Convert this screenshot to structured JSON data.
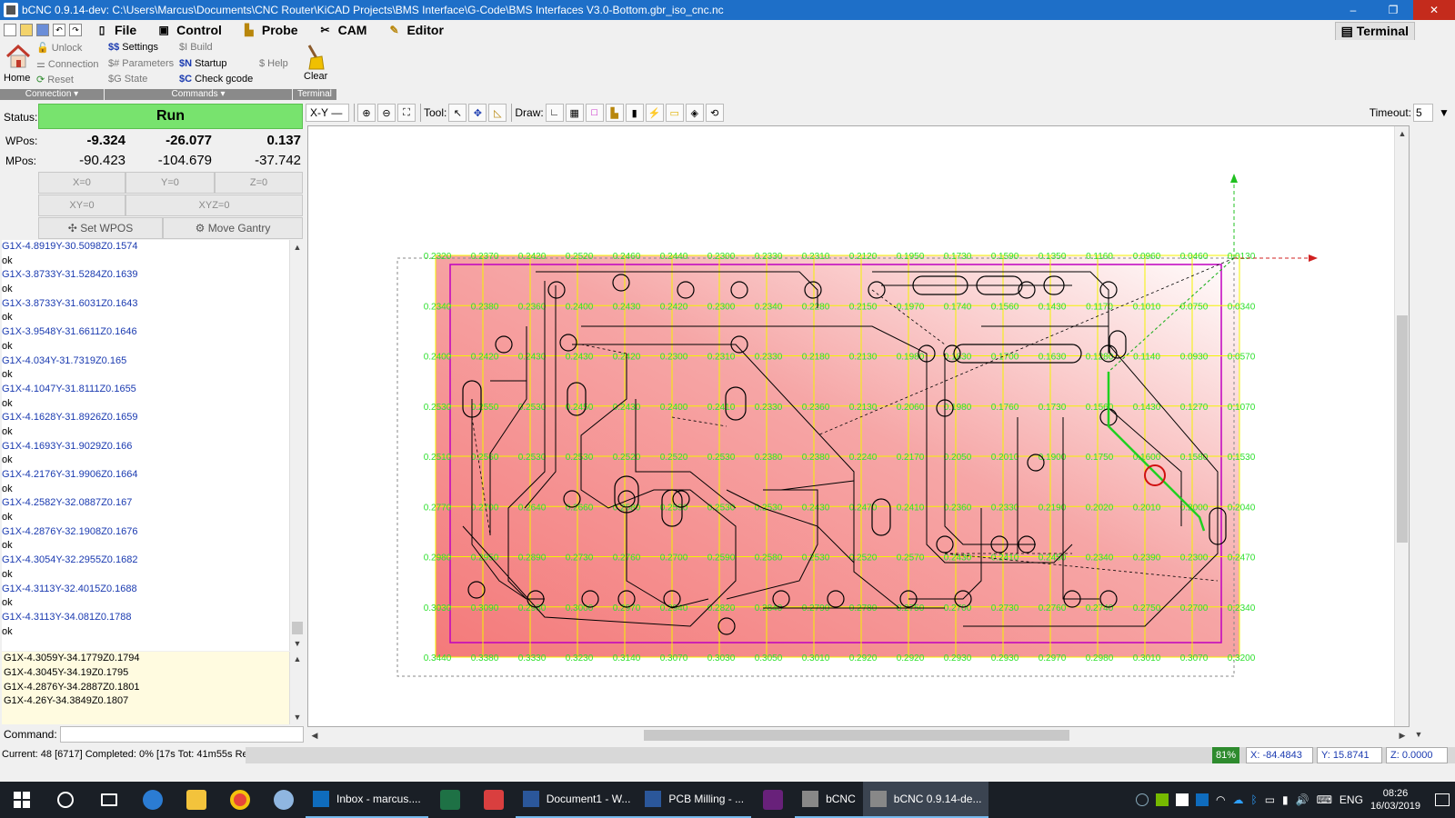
{
  "window": {
    "title": "bCNC 0.9.14-dev: C:\\Users\\Marcus\\Documents\\CNC Router\\KiCAD Projects\\BMS Interface\\G-Code\\BMS Interfaces V3.0-Bottom.gbr_iso_cnc.nc",
    "minimize": "–",
    "maximize": "❐",
    "close": "✕"
  },
  "menu": {
    "items": [
      {
        "label": "File",
        "icon": "file-icon"
      },
      {
        "label": "Control",
        "icon": "control-icon"
      },
      {
        "label": "Probe",
        "icon": "probe-icon"
      },
      {
        "label": "CAM",
        "icon": "cam-icon"
      },
      {
        "label": "Editor",
        "icon": "editor-icon"
      }
    ],
    "terminal_tab": "Terminal"
  },
  "ribbon": {
    "connection": {
      "home": "Home",
      "unlock": "Unlock",
      "connection": "Connection",
      "reset": "Reset",
      "group_label": "Connection ▾"
    },
    "commands": {
      "settings": "Settings",
      "parameters": "Parameters",
      "state": "State",
      "build": "Build",
      "startup": "Startup",
      "check_gcode": "Check gcode",
      "help": "Help",
      "group_label": "Commands ▾"
    },
    "terminal": {
      "clear": "Clear",
      "group_label": "Terminal"
    }
  },
  "dro": {
    "status_label": "Status:",
    "status": "Run",
    "wpos_label": "WPos:",
    "mpos_label": "MPos:",
    "wpos": [
      "-9.324",
      "-26.077",
      "0.137"
    ],
    "mpos": [
      "-90.423",
      "-104.679",
      "-37.742"
    ],
    "zero_buttons": [
      "X=0",
      "Y=0",
      "Z=0"
    ],
    "xy0": "XY=0",
    "xyz0": "XYZ=0",
    "set_wpos": "Set WPOS",
    "move_gantry": "Move Gantry"
  },
  "log": [
    "G1X-4.8919Y-30.5098Z0.1574",
    "ok",
    "G1X-3.8733Y-31.5284Z0.1639",
    "ok",
    "G1X-3.8733Y-31.6031Z0.1643",
    "ok",
    "G1X-3.9548Y-31.6611Z0.1646",
    "ok",
    "G1X-4.034Y-31.7319Z0.165",
    "ok",
    "G1X-4.1047Y-31.8111Z0.1655",
    "ok",
    "G1X-4.1628Y-31.8926Z0.1659",
    "ok",
    "G1X-4.1693Y-31.9029Z0.166",
    "ok",
    "G1X-4.2176Y-31.9906Z0.1664",
    "ok",
    "G1X-4.2582Y-32.0887Z0.167",
    "ok",
    "G1X-4.2876Y-32.1908Z0.1676",
    "ok",
    "G1X-4.3054Y-32.2955Z0.1682",
    "ok",
    "G1X-4.3113Y-32.4015Z0.1688",
    "ok",
    "G1X-4.3113Y-34.081Z0.1788",
    "ok"
  ],
  "queue": [
    "G1X-4.3059Y-34.1779Z0.1794",
    "G1X-4.3045Y-34.19Z0.1795",
    "G1X-4.2876Y-34.2887Z0.1801",
    "G1X-4.26Y-34.3849Z0.1807"
  ],
  "command_label": "Command:",
  "toolbar": {
    "view": "X-Y",
    "tool_label": "Tool:",
    "draw_label": "Draw:",
    "timeout_label": "Timeout:",
    "timeout_value": "5"
  },
  "status_bar": {
    "progress_text": "Current: 48 [6717]  Completed: 0% [17s Tot: 41m55s Rem: 41m37s]",
    "completed_fraction": 0.0,
    "buffer": "81%",
    "x": "X: -84.4843",
    "y": "Y: 15.8741",
    "z": "Z: 0.0000"
  },
  "probe_grid": {
    "rows": [
      [
        "0.2320",
        "0.2370",
        "0.2420",
        "0.2520",
        "0.2460",
        "0.2440",
        "0.2300",
        "0.2330",
        "0.2310",
        "0.2120",
        "0.1950",
        "0.1730",
        "0.1590",
        "0.1350",
        "0.1160",
        "0.0960",
        "0.0460",
        "0.0130"
      ],
      [
        "0.2340",
        "0.2380",
        "0.2360",
        "0.2400",
        "0.2430",
        "0.2420",
        "0.2300",
        "0.2340",
        "0.2280",
        "0.2150",
        "0.1970",
        "0.1740",
        "0.1560",
        "0.1430",
        "0.1170",
        "0.1010",
        "0.0750",
        "0.0340"
      ],
      [
        "0.2400",
        "0.2420",
        "0.2430",
        "0.2430",
        "0.2420",
        "0.2300",
        "0.2310",
        "0.2330",
        "0.2180",
        "0.2130",
        "0.1980",
        "0.1830",
        "0.1700",
        "0.1630",
        "0.1280",
        "0.1140",
        "0.0930",
        "0.0570"
      ],
      [
        "0.2530",
        "0.2550",
        "0.2530",
        "0.2450",
        "0.2430",
        "0.2400",
        "0.2410",
        "0.2330",
        "0.2360",
        "0.2130",
        "0.2060",
        "0.1980",
        "0.1760",
        "0.1730",
        "0.1560",
        "0.1430",
        "0.1270",
        "0.1070"
      ],
      [
        "0.2510",
        "0.2560",
        "0.2530",
        "0.2530",
        "0.2520",
        "0.2520",
        "0.2530",
        "0.2380",
        "0.2380",
        "0.2240",
        "0.2170",
        "0.2050",
        "0.2010",
        "0.1900",
        "0.1750",
        "0.1600",
        "0.1580",
        "0.1530"
      ],
      [
        "0.2770",
        "0.2700",
        "0.2640",
        "0.2660",
        "0.2580",
        "0.2590",
        "0.2530",
        "0.2530",
        "0.2430",
        "0.2470",
        "0.2410",
        "0.2360",
        "0.2330",
        "0.2190",
        "0.2020",
        "0.2010",
        "0.2000",
        "0.2040"
      ],
      [
        "0.2980",
        "0.2950",
        "0.2890",
        "0.2730",
        "0.2760",
        "0.2700",
        "0.2590",
        "0.2580",
        "0.2530",
        "0.2520",
        "0.2570",
        "0.2430",
        "0.2410",
        "0.2450",
        "0.2340",
        "0.2390",
        "0.2300",
        "0.2470"
      ],
      [
        "0.3030",
        "0.3090",
        "0.2980",
        "0.3000",
        "0.2970",
        "0.2940",
        "0.2820",
        "0.2840",
        "0.2790",
        "0.2780",
        "0.2750",
        "0.2700",
        "0.2730",
        "0.2760",
        "0.2740",
        "0.2750",
        "0.2700",
        "0.2340"
      ],
      [
        "0.3440",
        "0.3380",
        "0.3330",
        "0.3230",
        "0.3140",
        "0.3070",
        "0.3030",
        "0.3050",
        "0.3010",
        "0.2920",
        "0.2920",
        "0.2930",
        "0.2930",
        "0.2970",
        "0.2980",
        "0.3010",
        "0.3070",
        "0.3200"
      ]
    ]
  },
  "taskbar": {
    "apps": [
      {
        "label": "Inbox - marcus....",
        "active": false
      },
      {
        "label": "Document1 - W...",
        "active": false
      },
      {
        "label": "PCB Milling - ...",
        "active": false
      },
      {
        "label": "bCNC",
        "active": false
      },
      {
        "label": "bCNC 0.9.14-de...",
        "active": true
      }
    ],
    "lang": "ENG",
    "time": "08:26",
    "date": "16/03/2019"
  }
}
